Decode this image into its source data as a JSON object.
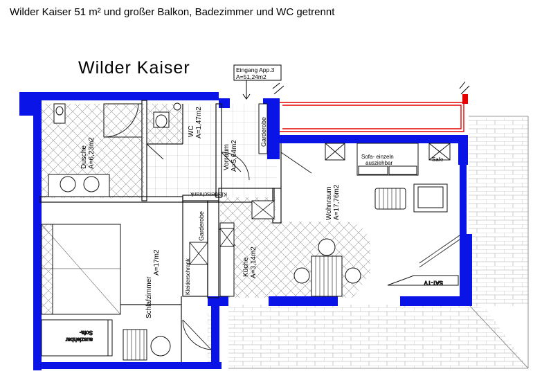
{
  "caption": "Wilder Kaiser 51 m² und großer Balkon, Badezimmer und WC getrennt",
  "plan_title": "Wilder Kaiser",
  "entrance": {
    "line1": "Eingang App.3",
    "line2": "A=51,24m2"
  },
  "rooms": {
    "dusche": {
      "name": "Dusche",
      "area": "A=6,23m2"
    },
    "wc": {
      "name": "WC",
      "area": "A=1,47m2"
    },
    "vorraum": {
      "name": "Vorraum",
      "area": "A=5,64m2"
    },
    "wohnraum": {
      "name": "Wohnraum",
      "area": "A=17,76m2"
    },
    "kueche": {
      "name": "Küche",
      "area": "A=3,14m2"
    },
    "schlafzimmer": {
      "name": "Schlafzimmer",
      "area": "A=17m2"
    }
  },
  "labels": {
    "garderobe_1": "Garderobe",
    "garderobe_2": "Garderobe",
    "kleiderschrank_1": "Kleiderschrank",
    "kleiderschrank_2": "Kleiderschrank",
    "sofa_line1": "Sofa- einzeln",
    "sofa_line2": "ausziehbar",
    "safe": "Safe",
    "sat_tv": "SAT-TV",
    "sofa_bed_line1": "Sofa-",
    "sofa_bed_line2": "ausziehbar"
  },
  "colors": {
    "wall": "#0a14e6",
    "railing": "#e60000",
    "hatch": "#999999",
    "line": "#111111"
  }
}
